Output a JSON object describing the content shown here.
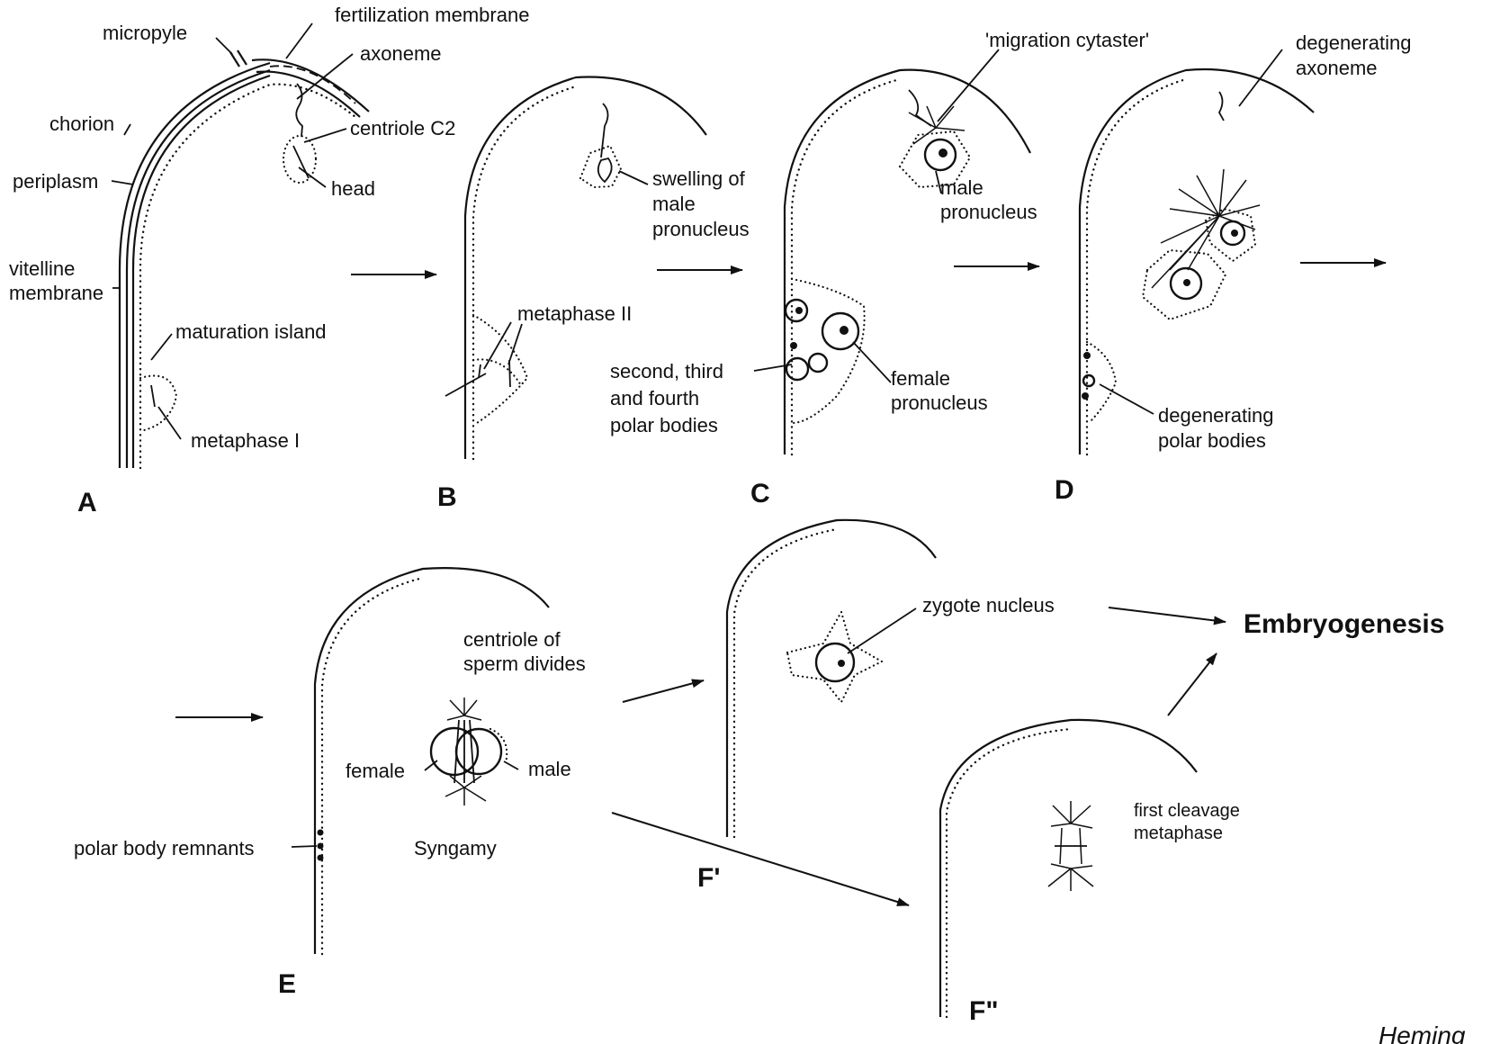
{
  "figure": {
    "panels": {
      "A": "A",
      "B": "B",
      "C": "C",
      "D": "D",
      "E": "E",
      "F1": "F'",
      "F2": "F\""
    },
    "labels": {
      "micropyle": "micropyle",
      "fertilization_membrane": "fertilization membrane",
      "axoneme": "axoneme",
      "chorion": "chorion",
      "centriole_c2": "centriole C2",
      "periplasm": "periplasm",
      "head": "head",
      "vitelline_1": "vitelline",
      "vitelline_2": "membrane",
      "maturation_island": "maturation island",
      "metaphase_1": "metaphase I",
      "swelling_1": "swelling of",
      "swelling_2": "male",
      "swelling_3": "pronucleus",
      "metaphase_2": "metaphase II",
      "migration_cytaster": "'migration cytaster'",
      "male_pronucleus_1": "male",
      "male_pronucleus_2": "pronucleus",
      "polar_1": "second, third",
      "polar_2": "and fourth",
      "polar_3": "polar bodies",
      "female_pronucleus_1": "female",
      "female_pronucleus_2": "pronucleus",
      "degen_axoneme_1": "degenerating",
      "degen_axoneme_2": "axoneme",
      "degen_polar_1": "degenerating",
      "degen_polar_2": "polar bodies",
      "centriole_divides_1": "centriole  of",
      "centriole_divides_2": "sperm divides",
      "female": "female",
      "male": "male",
      "polar_remnants": "polar body remnants",
      "syngamy": "Syngamy",
      "zygote_nucleus": "zygote nucleus",
      "embryogenesis": "Embryogenesis",
      "first_cleavage_1": "first cleavage",
      "first_cleavage_2": "metaphase"
    },
    "credit": "Heming"
  }
}
